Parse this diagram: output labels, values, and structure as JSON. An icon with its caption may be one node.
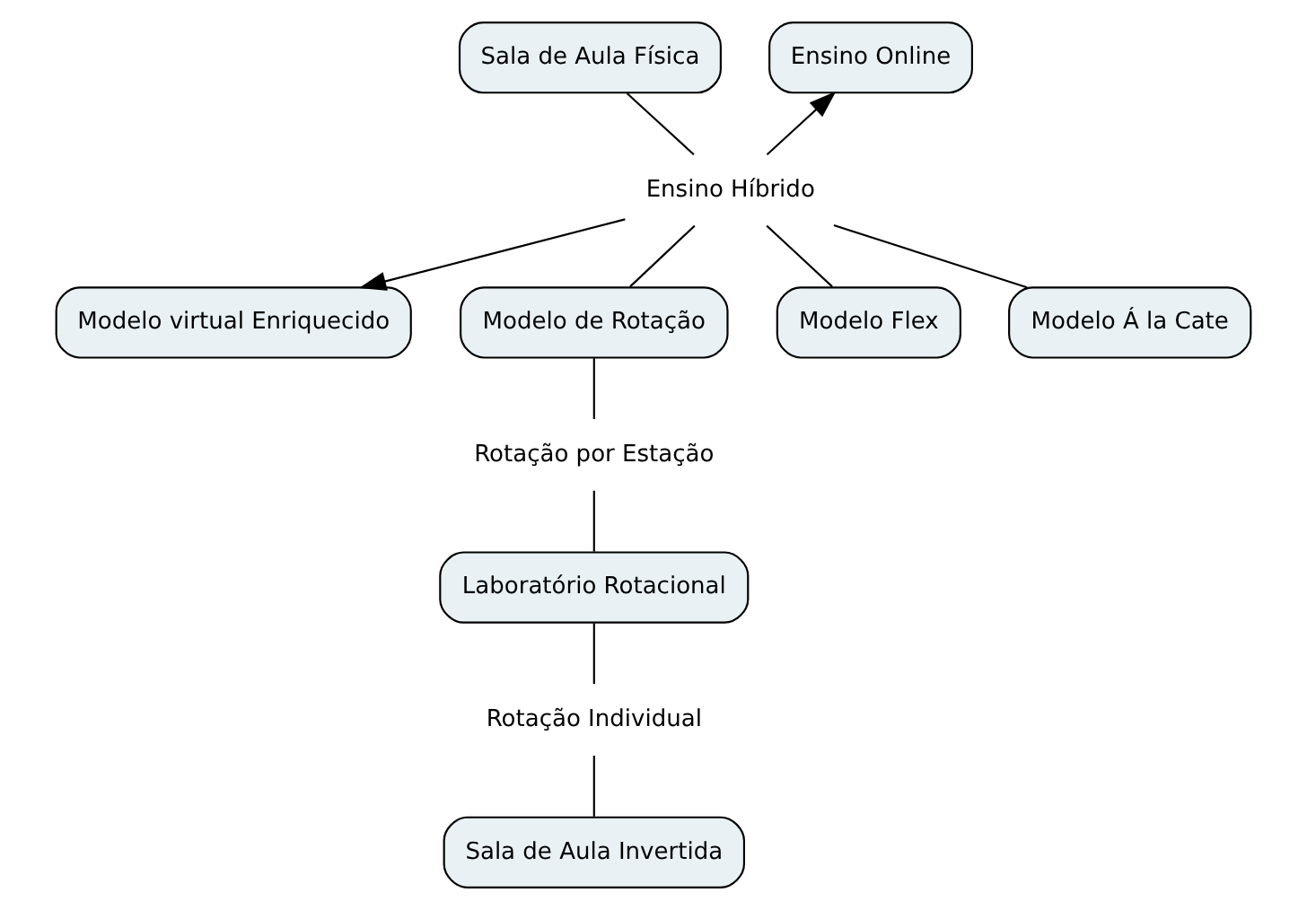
{
  "diagram": {
    "nodes": [
      {
        "text": [
          "Sala de Aula Física"
        ]
      },
      {
        "text": [
          "Ensino Online"
        ]
      },
      {
        "text": [
          "Ensino Híbrido"
        ]
      },
      {
        "text": [
          "Modelo virtual Enriquecido"
        ]
      },
      {
        "text": [
          "Modelo de Rotação"
        ]
      },
      {
        "text": [
          "Modelo Flex"
        ]
      },
      {
        "text": [
          "Modelo Á la Cate"
        ]
      },
      {
        "text": [
          "Rotação por Estação"
        ]
      },
      {
        "text": [
          "Laboratório Rotacional"
        ]
      },
      {
        "text": [
          "Rotação Individual"
        ]
      },
      {
        "text": [
          "Sala de Aula Invertida"
        ]
      }
    ],
    "edges": [
      {
        "from": 2,
        "to": 0,
        "arrow": "none"
      },
      {
        "from": 2,
        "to": 1,
        "arrow": "to"
      },
      {
        "from": 2,
        "to": 3,
        "arrow": "to"
      },
      {
        "from": 2,
        "to": 4,
        "arrow": "none"
      },
      {
        "from": 2,
        "to": 5,
        "arrow": "none"
      },
      {
        "from": 2,
        "to": 6,
        "arrow": "none"
      },
      {
        "from": 4,
        "to": 7,
        "arrow": "none"
      },
      {
        "from": 7,
        "to": 8,
        "arrow": "none"
      },
      {
        "from": 8,
        "to": 9,
        "arrow": "none"
      },
      {
        "from": 9,
        "to": 10,
        "arrow": "none"
      }
    ]
  }
}
